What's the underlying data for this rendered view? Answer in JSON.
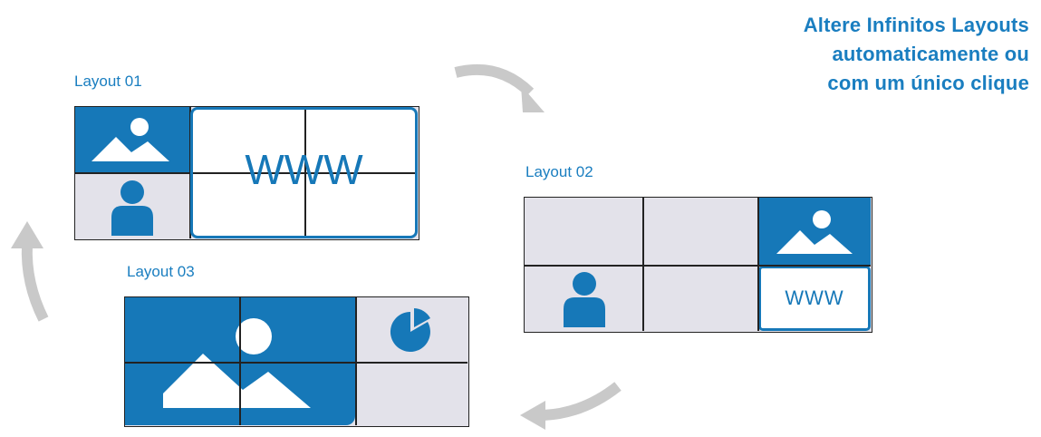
{
  "headline": {
    "line1": "Altere Infinitos Layouts",
    "line2": "automaticamente ou",
    "line3": "com um único clique"
  },
  "layouts": [
    {
      "label": "Layout 01",
      "www": "WWW"
    },
    {
      "label": "Layout 02",
      "www": "WWW"
    },
    {
      "label": "Layout 03"
    }
  ],
  "colors": {
    "accent": "#1678b8",
    "text_accent": "#1a7ec0",
    "cell_grey": "#e3e2ea",
    "arrow": "#c9c9c9"
  },
  "icons": [
    "image-icon",
    "person-icon",
    "pie-chart-icon",
    "cycle-arrow-icon"
  ]
}
